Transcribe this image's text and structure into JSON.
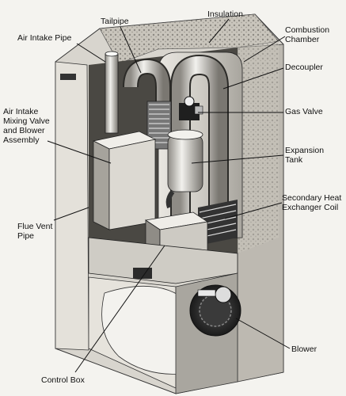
{
  "labels": {
    "insulation": "Insulation",
    "combustion_chamber": "Combustion\nChamber",
    "tailpipe": "Tailpipe",
    "air_intake_pipe": "Air Intake Pipe",
    "decoupler": "Decoupler",
    "air_intake_mixing_valve": "Air Intake\nMixing Valve\nand Blower\nAssembly",
    "gas_valve": "Gas Valve",
    "expansion_tank": "Expansion\nTank",
    "secondary_heat_exchanger": "Secondary Heat\nExchanger Coil",
    "flue_vent_pipe": "Flue Vent\nPipe",
    "blower": "Blower",
    "control_box": "Control Box"
  }
}
